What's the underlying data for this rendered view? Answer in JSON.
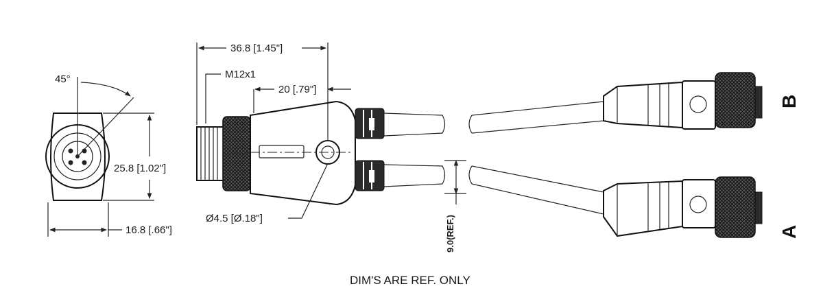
{
  "labels": {
    "angle": "45°",
    "height_dim": "25.8 [1.02\"]",
    "width_dim": "16.8 [.66\"]",
    "overall_length": "36.8 [1.45\"]",
    "thread": "M12x1",
    "offset_dim": "20 [.79\"]",
    "hole_dia": "Ø4.5 [Ø.18\"]",
    "spacing_ref": "9.0(REF.)",
    "branch_b": "B",
    "branch_a": "A",
    "note": "DIM'S ARE REF. ONLY"
  }
}
